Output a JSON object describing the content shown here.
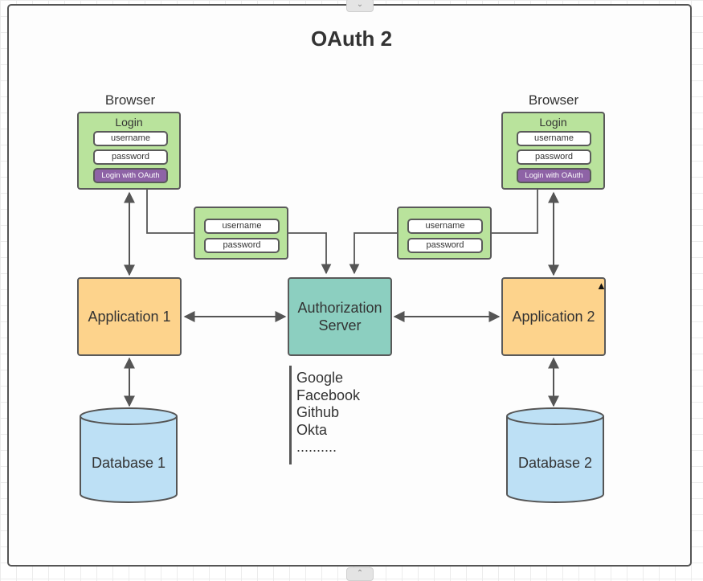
{
  "diagram": {
    "title": "OAuth 2",
    "browsers": [
      {
        "label": "Browser",
        "login_title": "Login",
        "username": "username",
        "password": "password",
        "oauth_button": "Login with OAuth"
      },
      {
        "label": "Browser",
        "login_title": "Login",
        "username": "username",
        "password": "password",
        "oauth_button": "Login with OAuth"
      }
    ],
    "credential_boxes": [
      {
        "username": "username",
        "password": "password"
      },
      {
        "username": "username",
        "password": "password"
      }
    ],
    "applications": [
      "Application 1",
      "Application 2"
    ],
    "authorization_server": {
      "line1": "Authorization",
      "line2": "Server"
    },
    "databases": [
      "Database 1",
      "Database 2"
    ],
    "providers": [
      "Google",
      "Facebook",
      "Github",
      "Okta",
      ".........."
    ]
  },
  "colors": {
    "browser_fill": "#b9e39c",
    "oauth_button": "#8e63a6",
    "application_fill": "#fdd38c",
    "auth_server_fill": "#8ccfc0",
    "database_fill": "#bde0f5"
  },
  "icons": [
    "chevron-down-icon",
    "chevron-up-icon",
    "mouse-cursor-icon"
  ]
}
